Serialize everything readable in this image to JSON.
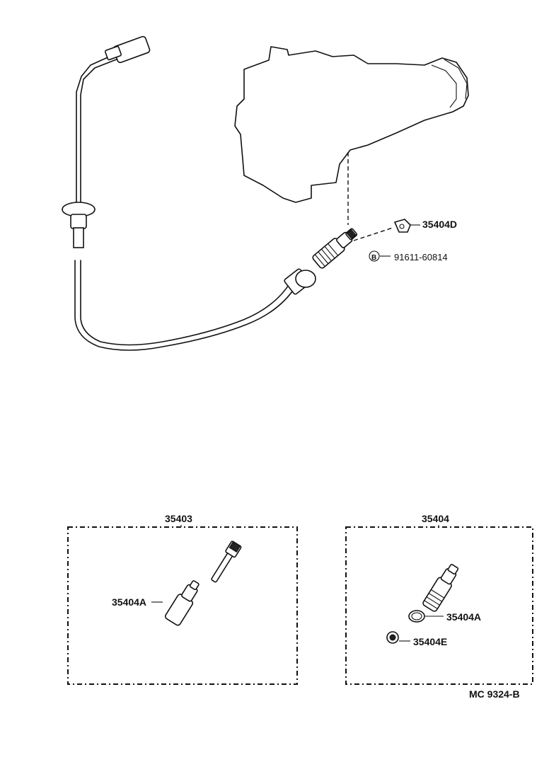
{
  "labels": {
    "bracket": "35404D",
    "bolt_code": "B",
    "bolt": "91611-60814",
    "kit_left": "35403",
    "kit_left_part": "35404A",
    "kit_right": "35404",
    "kit_right_ring": "35404A",
    "kit_right_plug": "35404E",
    "figure_code": "MC  9324-B"
  }
}
